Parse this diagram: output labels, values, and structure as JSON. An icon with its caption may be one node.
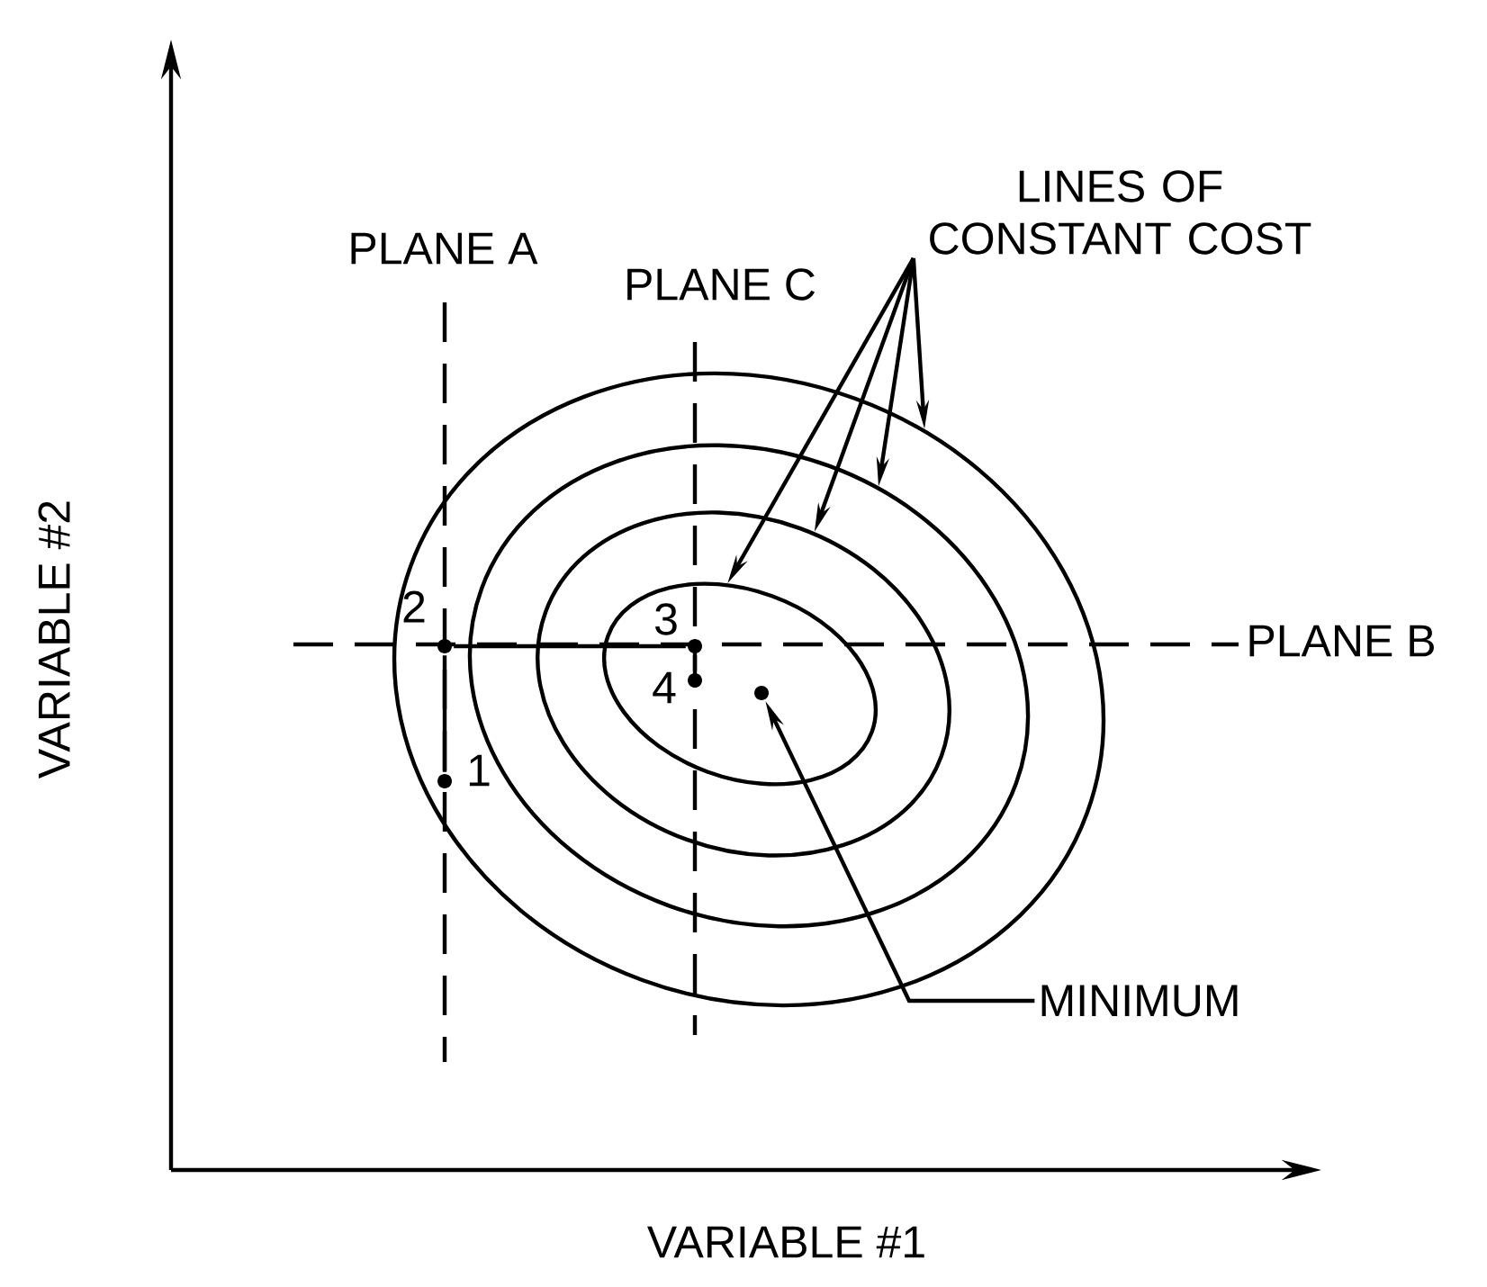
{
  "diagram": {
    "nodes": [
      {
        "text": [
          "LINES OF CONSTANT COST"
        ]
      },
      {
        "text": [],
        "shape": "ellipse"
      },
      {
        "text": [],
        "shape": "ellipse",
        "in": 1
      },
      {
        "text": [],
        "shape": "ellipse",
        "in": 2
      },
      {
        "text": [],
        "shape": "ellipse",
        "in": 3
      },
      {
        "text": [],
        "shape": "dot",
        "beside": [
          "2"
        ],
        "in": 1
      },
      {
        "text": [],
        "shape": "dot",
        "beside": [
          "3"
        ],
        "in": 4
      },
      {
        "text": [],
        "shape": "dot",
        "beside": [
          "4"
        ],
        "in": 4
      },
      {
        "text": [],
        "shape": "dot",
        "in": 4
      },
      {
        "text": [],
        "shape": "dot",
        "beside": [
          "1"
        ],
        "in": 1
      },
      {
        "text": [
          "MINIMUM"
        ]
      }
    ],
    "edges": [
      {
        "from": 0,
        "to": 1,
        "arrow": "to"
      },
      {
        "from": 0,
        "to": 2,
        "arrow": "to"
      },
      {
        "from": 0,
        "to": 3,
        "arrow": "to"
      },
      {
        "from": 0,
        "to": 4,
        "arrow": "to"
      },
      {
        "from": 9,
        "to": 5,
        "arrow": "none"
      },
      {
        "from": 5,
        "to": 6,
        "arrow": "none"
      },
      {
        "from": 6,
        "to": 7,
        "arrow": "none"
      },
      {
        "from": 10,
        "to": 8,
        "arrow": "to"
      }
    ],
    "labels": [
      "PLANE A",
      "PLANE C",
      "PLANE B",
      "VARIABLE #2",
      "VARIABLE #1"
    ]
  }
}
